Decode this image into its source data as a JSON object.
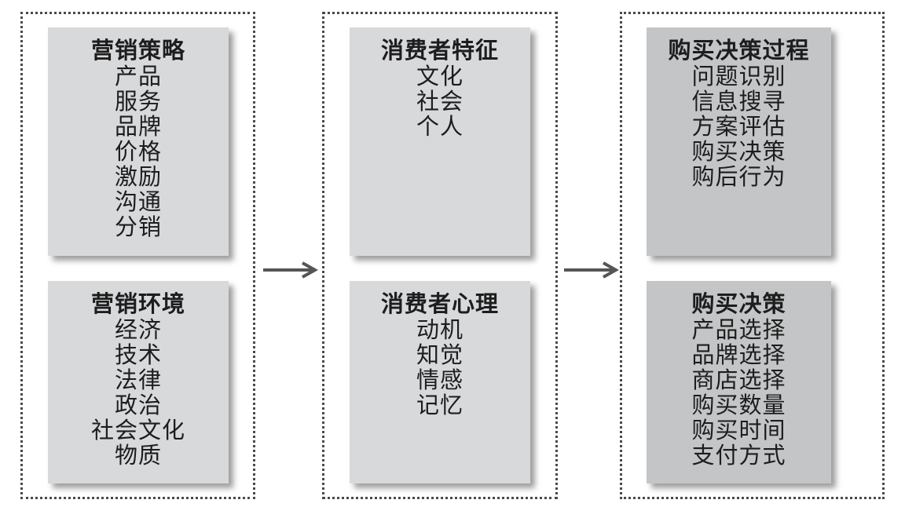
{
  "colors": {
    "box_light": "#d8d9db",
    "box_dark": "#c4c5c7",
    "border": "#4a4a4a",
    "arrow": "#555555"
  },
  "columns": [
    {
      "boxes": [
        {
          "title": "营销策略",
          "items": [
            "产品",
            "服务",
            "品牌",
            "价格",
            "激励",
            "沟通",
            "分销"
          ]
        },
        {
          "title": "营销环境",
          "items": [
            "经济",
            "技术",
            "法律",
            "政治",
            "社会文化",
            "物质"
          ]
        }
      ]
    },
    {
      "boxes": [
        {
          "title": "消费者特征",
          "items": [
            "文化",
            "社会",
            "个人"
          ]
        },
        {
          "title": "消费者心理",
          "items": [
            "动机",
            "知觉",
            "情感",
            "记忆"
          ]
        }
      ]
    },
    {
      "boxes": [
        {
          "title": "购买决策过程",
          "items": [
            "问题识别",
            "信息搜寻",
            "方案评估",
            "购买决策",
            "购后行为"
          ]
        },
        {
          "title": "购买决策",
          "items": [
            "产品选择",
            "品牌选择",
            "商店选择",
            "购买数量",
            "购买时间",
            "支付方式"
          ]
        }
      ]
    }
  ],
  "arrows": [
    "right-arrow-icon",
    "right-arrow-icon"
  ]
}
